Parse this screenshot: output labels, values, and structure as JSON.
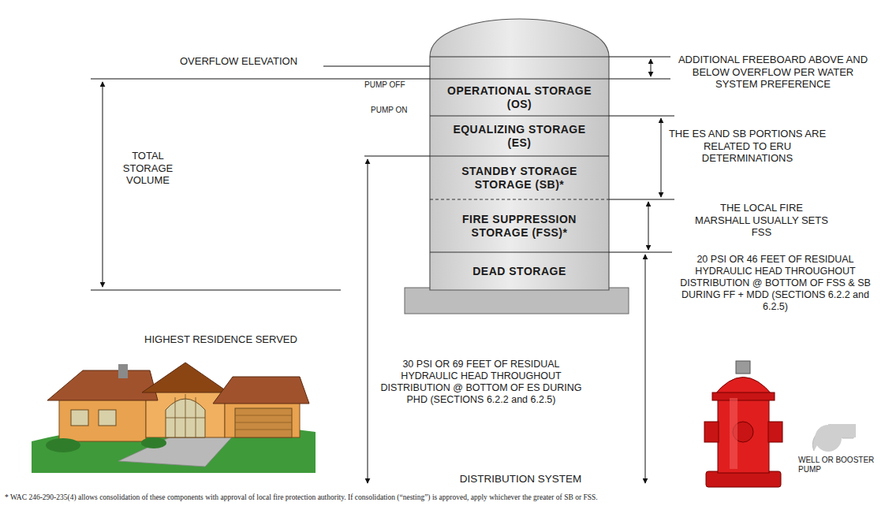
{
  "diagram": {
    "nodes": [
      {
        "text": [
          "OPERATIONAL STORAGE (OS)"
        ]
      },
      {
        "text": [
          "EQUALIZING STORAGE (ES)"
        ]
      },
      {
        "text": [
          "STANDBY STORAGE STORAGE (SB)*"
        ]
      },
      {
        "text": [
          "FIRE SUPPRESSION STORAGE (FSS)*"
        ]
      },
      {
        "text": [
          "DEAD STORAGE"
        ]
      }
    ],
    "labels": [
      "OVERFLOW ELEVATION",
      "PUMP OFF",
      "PUMP ON",
      "TOTAL STORAGE VOLUME",
      "ADDITIONAL FREEBOARD ABOVE AND BELOW OVERFLOW PER WATER SYSTEM PREFERENCE",
      "THE ES AND SB PORTIONS ARE RELATED TO ERU DETERMINATIONS",
      "THE LOCAL FIRE MARSHALL USUALLY SETS FSS",
      "20 PSI OR 46 FEET OF RESIDUAL HYDRAULIC HEAD THROUGHOUT DISTRIBUTION @ BOTTOM OF FSS & SB DURING FF + MDD (SECTIONS 6.2.2 and 6.2.5)",
      "HIGHEST RESIDENCE SERVED",
      "30 PSI OR 69 FEET OF RESIDUAL HYDRAULIC HEAD THROUGHOUT DISTRIBUTION @ BOTTOM OF ES DURING PHD (SECTIONS 6.2.2 and 6.2.5)",
      "DISTRIBUTION SYSTEM",
      "WELL OR BOOSTER PUMP",
      "* WAC 246-290-235(4) allows consolidation of these components with approval of local fire protection authority. If consolidation (“nesting”) is approved, apply whichever the greater of SB or FSS."
    ]
  }
}
